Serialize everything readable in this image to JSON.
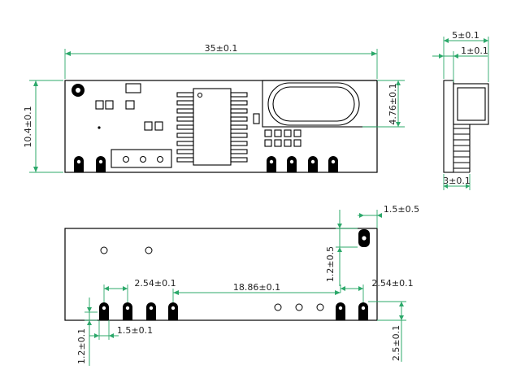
{
  "dimensions": {
    "length": "35±0.1",
    "height": "10.4±0.1",
    "crystal_height": "4.76±0.1",
    "side_total": "5±0.1",
    "side_top": "1±0.1",
    "side_bottom": "3±0.1",
    "pad_offset": "1.5±0.5",
    "pad_height": "1.2±0.5",
    "pitch_left": "2.54±0.1",
    "span": "18.86±0.1",
    "pitch_right": "2.54±0.1",
    "pin_width": "1.5±0.1",
    "pin_bottom": "1.2±0.1",
    "pin_length": "2.5±0.1"
  },
  "colors": {
    "dimension": "#2ca86a",
    "line": "#000000"
  }
}
